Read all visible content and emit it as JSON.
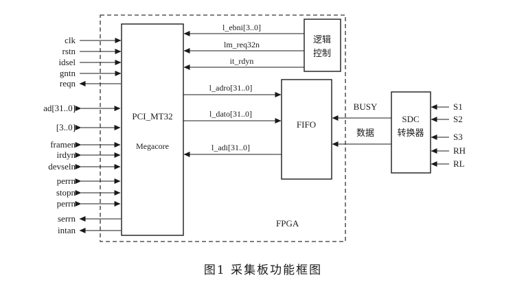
{
  "fpga_label": "FPGA",
  "pci_core": {
    "name": "PCI_MT32",
    "sub": "Megacore"
  },
  "logic_block": {
    "line1": "逻辑",
    "line2": "控制"
  },
  "fifo_label": "FIFO",
  "sdc_block": {
    "line1": "SDC",
    "line2": "转换器"
  },
  "left_signals": [
    "clk",
    "rstn",
    "idsel",
    "gntn",
    "reqn",
    "ad[31..0]",
    "[3..0]",
    "framen",
    "irdyn",
    "devseln",
    "perrn",
    "stopn",
    "perrn",
    "serrn",
    "intan"
  ],
  "logic_to_pci": [
    "l_ebni[3..0]",
    "lm_req32n",
    "it_rdyn"
  ],
  "pci_fifo": [
    "l_adro[31..0]",
    "l_dato[31..0]",
    "l_adi[31..0]"
  ],
  "fifo_sdc": [
    "BUSY",
    "数据"
  ],
  "right_signals": [
    "S1",
    "S2",
    "S3",
    "RH",
    "RL"
  ],
  "caption": "图1   采集板功能框图"
}
